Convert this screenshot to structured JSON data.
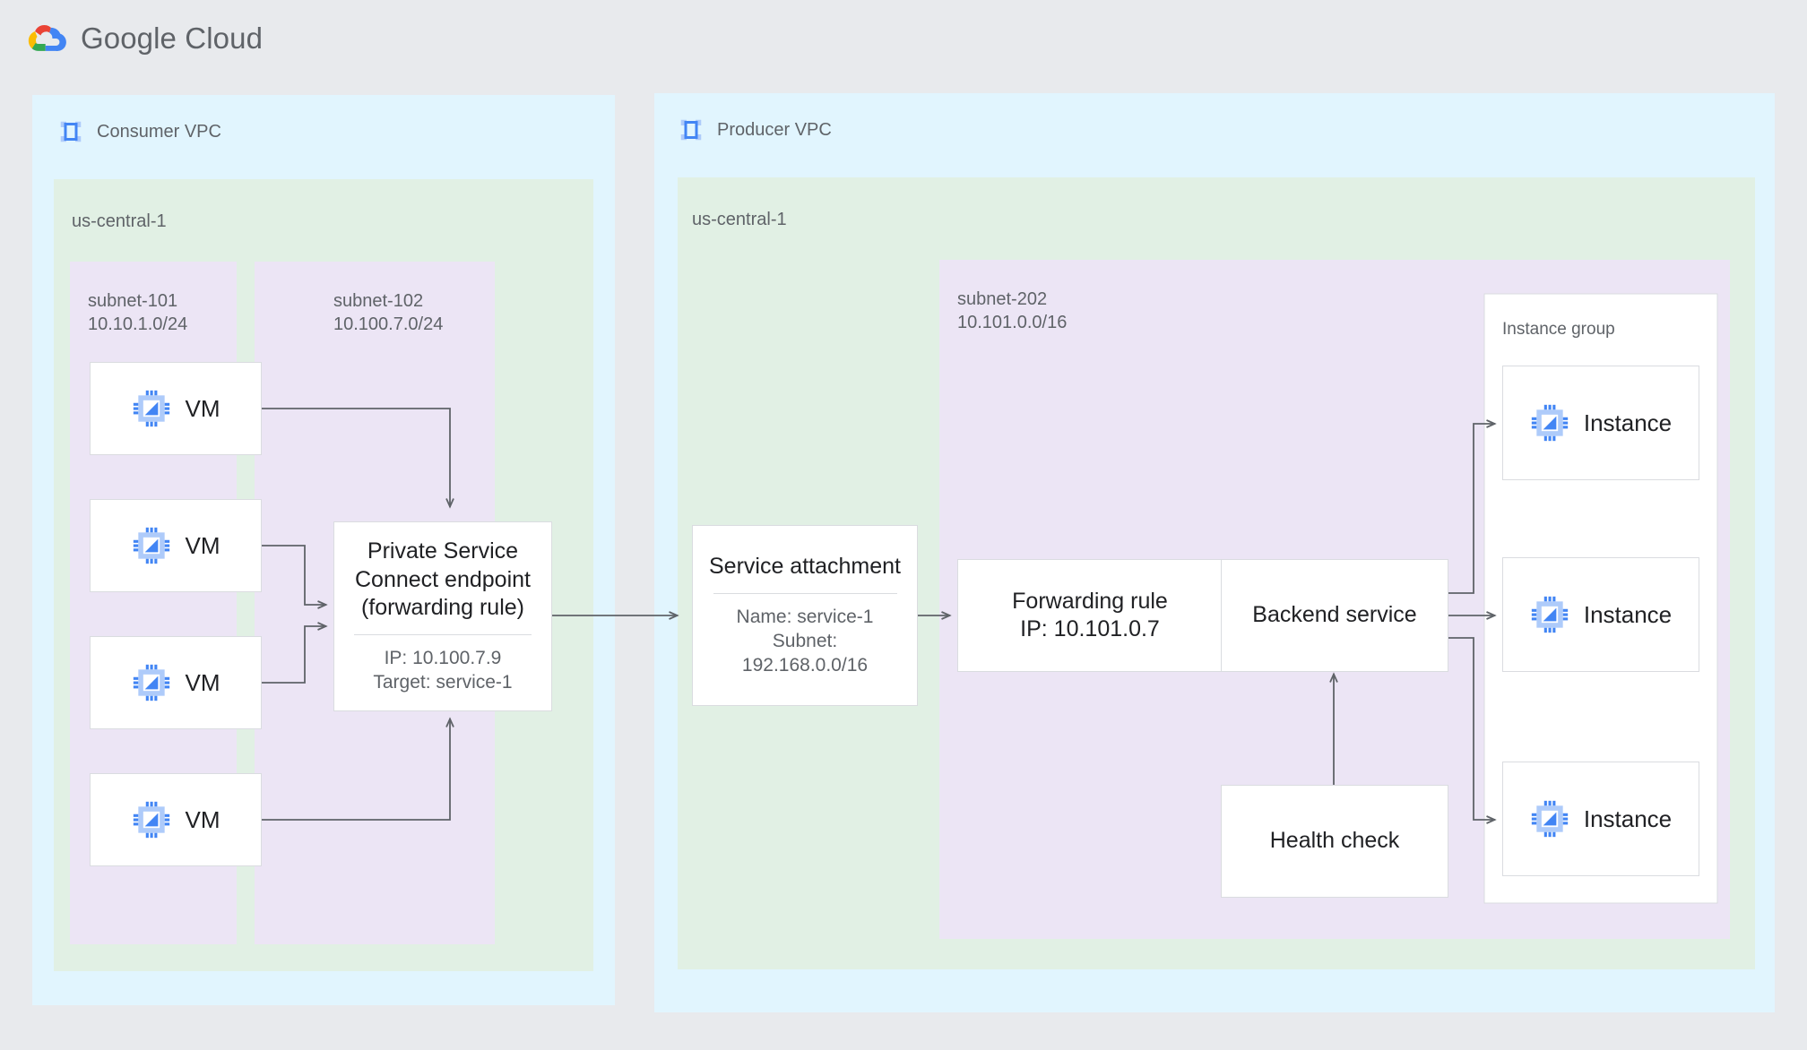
{
  "header": {
    "brand_google": "Google",
    "brand_cloud": "Cloud",
    "logo_icon": "google-cloud-logo",
    "colors": {
      "red": "#ea4335",
      "yellow": "#fbbc04",
      "green": "#34a853",
      "blue": "#4285f4"
    }
  },
  "palette": {
    "page_bg": "#e8eaed",
    "vpc_bg": "#e1f5fe",
    "region_bg": "#e1f0e4",
    "subnet_bg": "#ece5f5",
    "node_bg": "#ffffff",
    "node_border": "#dadce0",
    "arrow": "#5f6368",
    "text_primary": "#202124",
    "text_secondary": "#5f6368",
    "icon_blue": "#4285f4",
    "icon_light_blue": "#aecbfa"
  },
  "consumer": {
    "vpc_label": "Consumer VPC",
    "vpc_icon": "vpc-network-icon",
    "region_label": "us-central-1",
    "subnets": [
      {
        "name": "subnet-101",
        "cidr": "10.10.1.0/24"
      },
      {
        "name": "subnet-102",
        "cidr": "10.100.7.0/24"
      }
    ],
    "vms": [
      {
        "label": "VM",
        "icon": "vm-chip-icon"
      },
      {
        "label": "VM",
        "icon": "vm-chip-icon"
      },
      {
        "label": "VM",
        "icon": "vm-chip-icon"
      },
      {
        "label": "VM",
        "icon": "vm-chip-icon"
      }
    ],
    "psc_endpoint": {
      "title": "Private Service\nConnect endpoint\n(forwarding rule)",
      "details": "IP: 10.100.7.9\nTarget: service-1"
    }
  },
  "producer": {
    "vpc_label": "Producer VPC",
    "vpc_icon": "vpc-network-icon",
    "region_label": "us-central-1",
    "subnet": {
      "name": "subnet-202",
      "cidr": "10.101.0.0/16"
    },
    "service_attachment": {
      "title": "Service attachment",
      "details": "Name: service-1\nSubnet:\n192.168.0.0/16"
    },
    "forwarding_rule": {
      "title": "Forwarding rule\nIP: 10.101.0.7"
    },
    "backend_service": {
      "title": "Backend service"
    },
    "health_check": {
      "title": "Health check"
    },
    "instance_group": {
      "label": "Instance group",
      "instances": [
        {
          "label": "Instance",
          "icon": "instance-chip-icon"
        },
        {
          "label": "Instance",
          "icon": "instance-chip-icon"
        },
        {
          "label": "Instance",
          "icon": "instance-chip-icon"
        }
      ]
    }
  }
}
